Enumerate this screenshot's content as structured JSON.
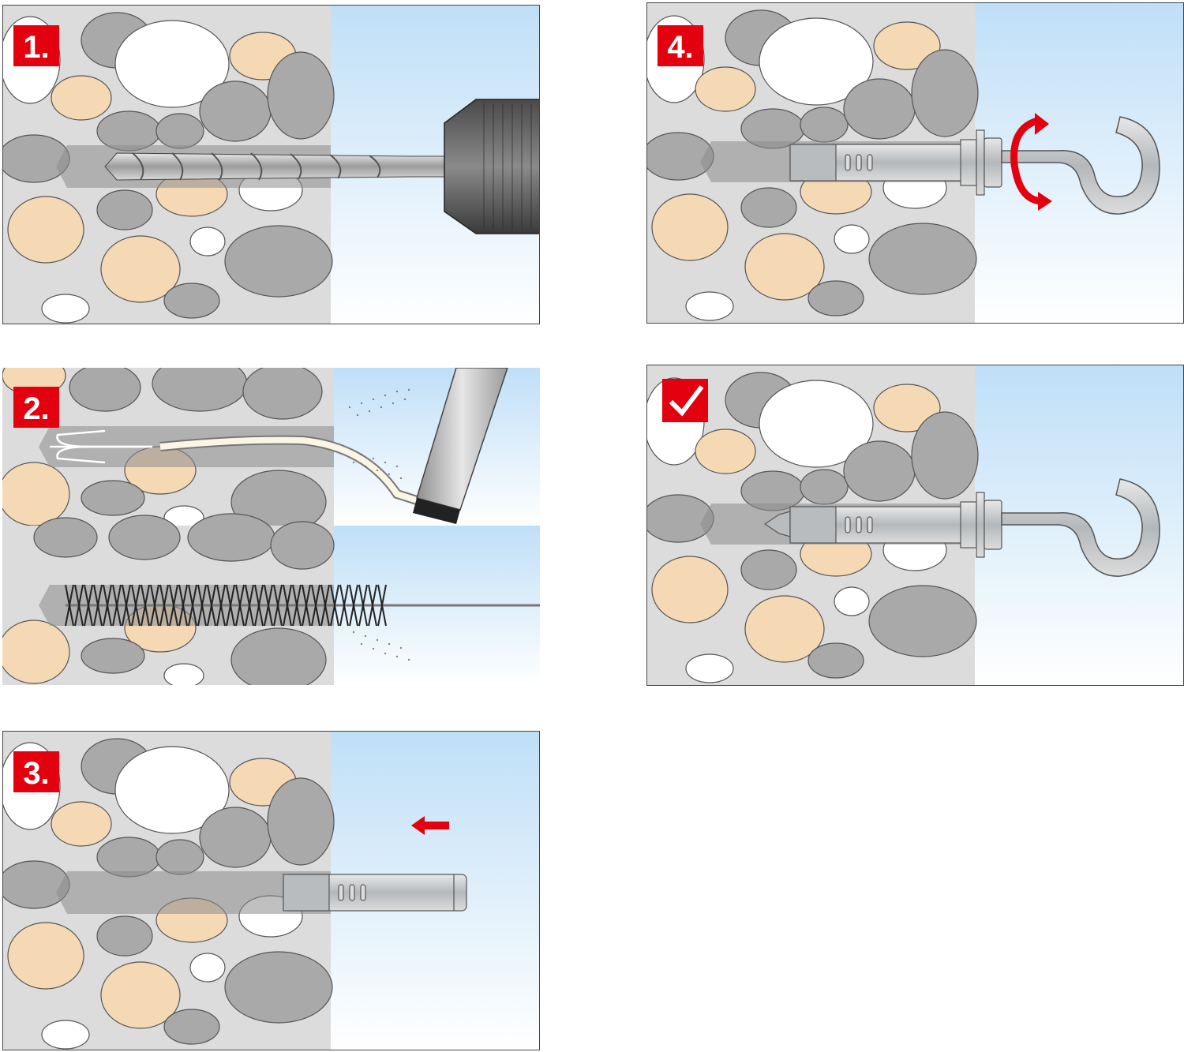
{
  "steps": [
    {
      "label": "1.",
      "action": "drill-hole"
    },
    {
      "label": "2.",
      "action": "blow-out-and-brush-hole"
    },
    {
      "label": "3.",
      "action": "insert-anchor"
    },
    {
      "label": "4.",
      "action": "screw-in-hook"
    },
    {
      "label": "",
      "action": "done",
      "icon": "checkmark-icon"
    }
  ],
  "colors": {
    "badge": "#e3000f",
    "wall": "#dcdcdc",
    "stone_grey": "#a9a9a9",
    "stone_sand": "#f5d9b5",
    "stone_white": "#ffffff",
    "air": "#cfe6f8",
    "metal": "#c6c9cc",
    "rotation_arrow": "#e3000f"
  }
}
